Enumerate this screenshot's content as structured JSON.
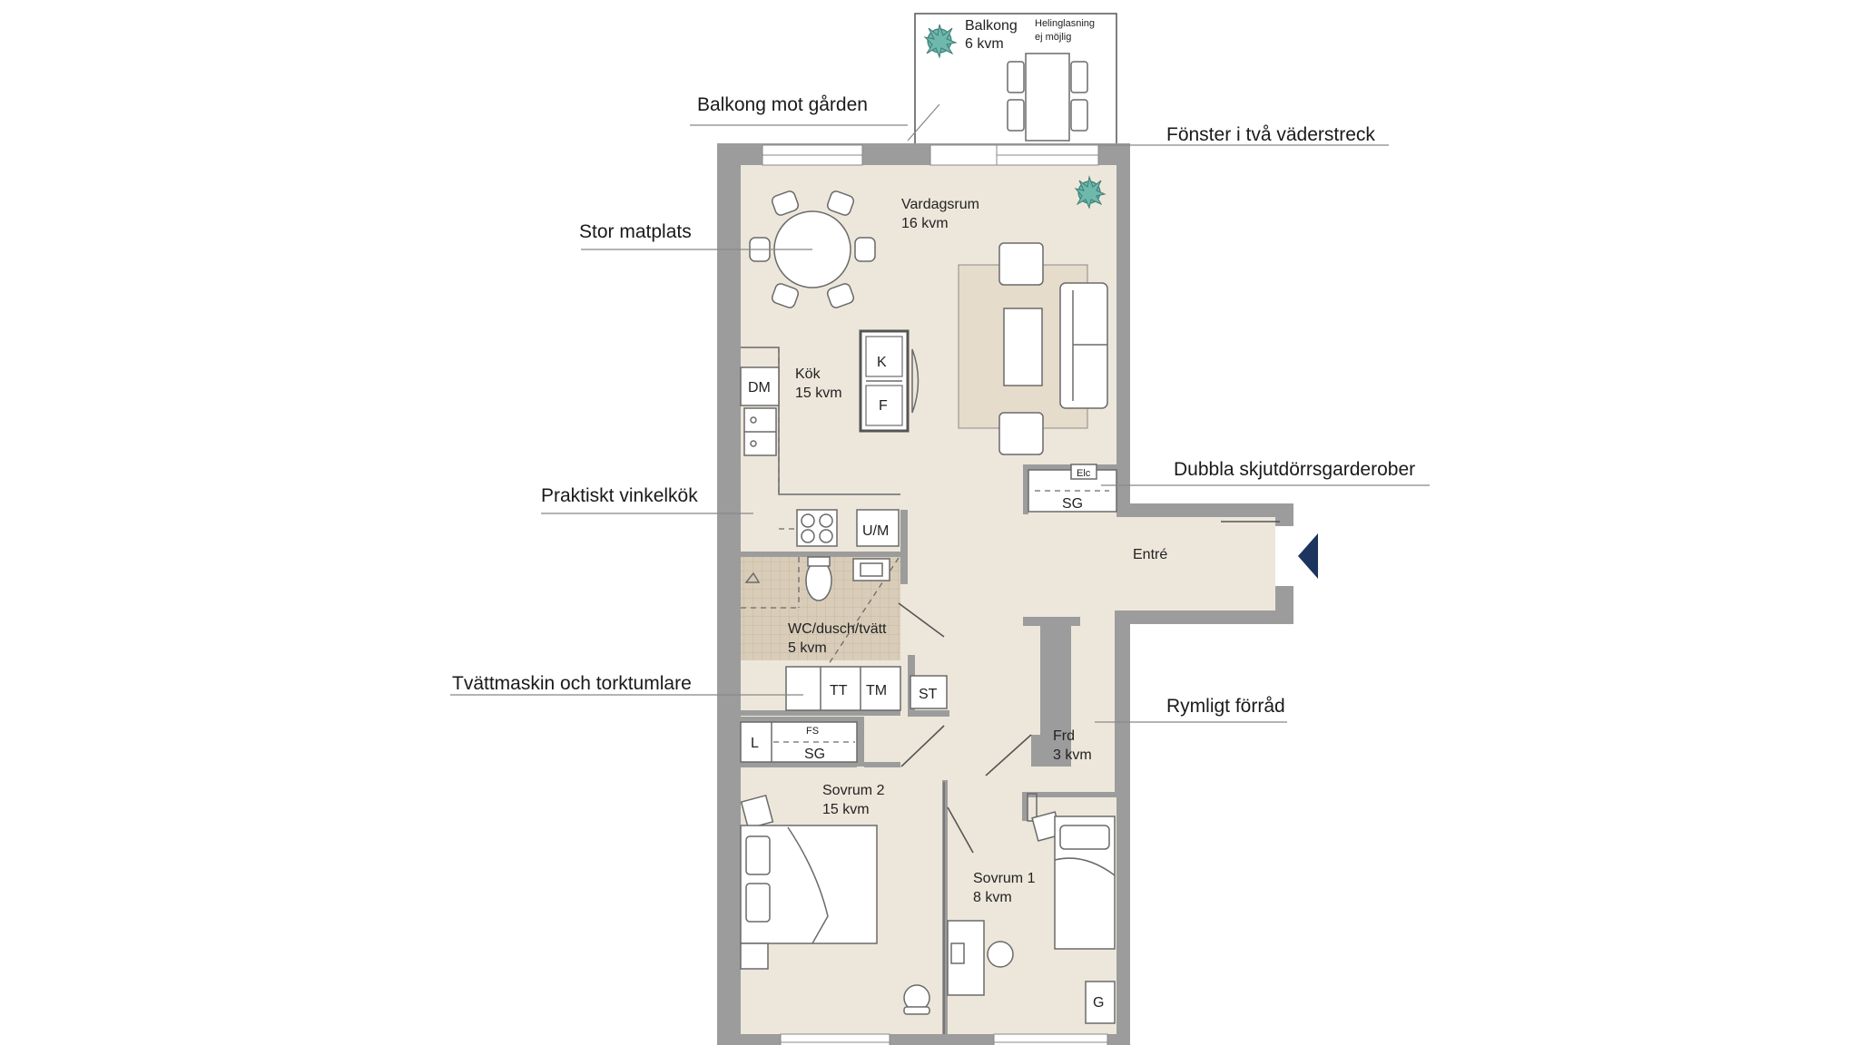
{
  "callouts": {
    "balcony_courtyard": "Balkong mot gården",
    "windows": "Fönster i två väderstreck",
    "dining": "Stor matplats",
    "wardrobes": "Dubbla skjutdörrsgarderober",
    "kitchen": "Praktiskt vinkelkök",
    "laundry": "Tvättmaskin och torktumlare",
    "storage": "Rymligt förråd"
  },
  "rooms": {
    "balkong": {
      "name": "Balkong",
      "area": "6 kvm"
    },
    "glazing_note": {
      "line1": "Helinglasning",
      "line2": "ej möjlig"
    },
    "vardagsrum": {
      "name": "Vardagsrum",
      "area": "16 kvm"
    },
    "kok": {
      "name": "Kök",
      "area": "15 kvm"
    },
    "entre": {
      "name": "Entré"
    },
    "wc": {
      "name": "WC/dusch/tvätt",
      "area": "5 kvm"
    },
    "frd": {
      "name": "Frd",
      "area": "3 kvm"
    },
    "sovrum2": {
      "name": "Sovrum 2",
      "area": "15 kvm"
    },
    "sovrum1": {
      "name": "Sovrum 1",
      "area": "8 kvm"
    }
  },
  "appliances": {
    "k": "K",
    "f": "F",
    "dm": "DM",
    "um": "U/M",
    "tt": "TT",
    "tm": "TM",
    "st": "ST",
    "l": "L",
    "fs": "FS",
    "sg_top": "SG",
    "sg_bottom": "SG",
    "elc": "Elc",
    "g": "G"
  },
  "colors": {
    "floor": "#ede7db",
    "wall": "#9c9c9c",
    "rug": "#e5dccb",
    "tile": "#d9cdb9",
    "entry_arrow": "#1d3461",
    "plant": "#6fb8ad"
  }
}
